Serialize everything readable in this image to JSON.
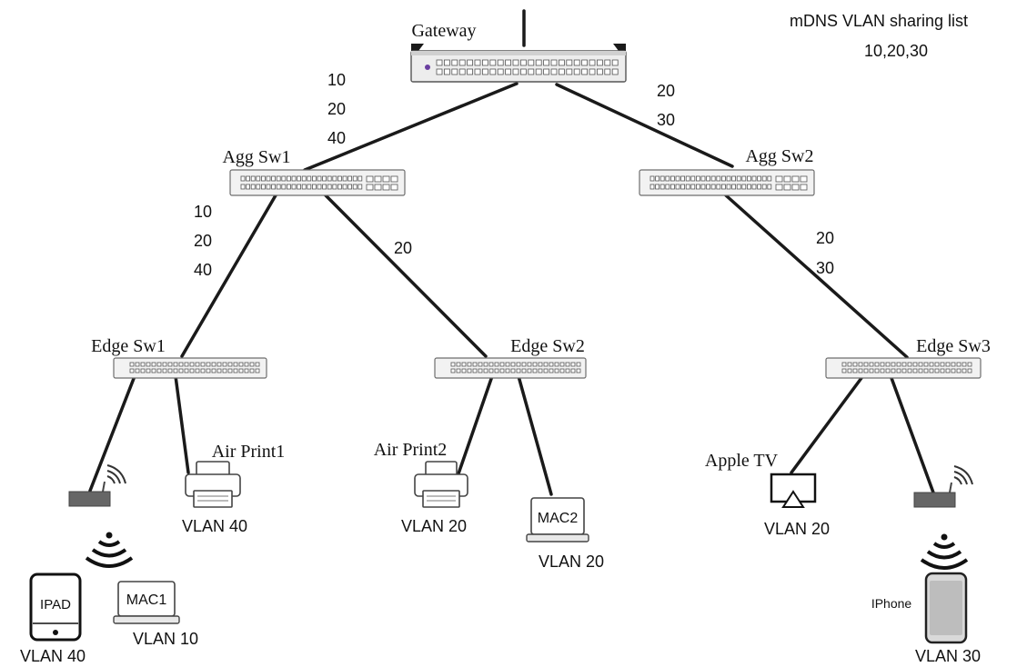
{
  "title": "mDNS VLAN sharing list",
  "sharing_list": "10,20,30",
  "nodes": {
    "gateway": "Gateway",
    "agg1": "Agg Sw1",
    "agg2": "Agg Sw2",
    "edge1": "Edge Sw1",
    "edge2": "Edge Sw2",
    "edge3": "Edge Sw3"
  },
  "links": {
    "gw_agg1": [
      "10",
      "20",
      "40"
    ],
    "gw_agg2": [
      "20",
      "30"
    ],
    "agg1_edge1": [
      "10",
      "20",
      "40"
    ],
    "agg1_edge2": [
      "20"
    ],
    "agg2_edge3": [
      "20",
      "30"
    ]
  },
  "devices": {
    "airprint1": {
      "name": "Air Print1",
      "vlan": "VLAN 40"
    },
    "airprint2": {
      "name": "Air Print2",
      "vlan": "VLAN 20"
    },
    "mac2": {
      "name": "MAC2",
      "vlan": "VLAN 20"
    },
    "appletv": {
      "name": "Apple TV",
      "vlan": "VLAN 20"
    },
    "ipad": {
      "name": "IPAD",
      "vlan": "VLAN 40"
    },
    "mac1": {
      "name": "MAC1",
      "vlan": "VLAN 10"
    },
    "iphone": {
      "name": "IPhone",
      "vlan": "VLAN 30"
    }
  }
}
